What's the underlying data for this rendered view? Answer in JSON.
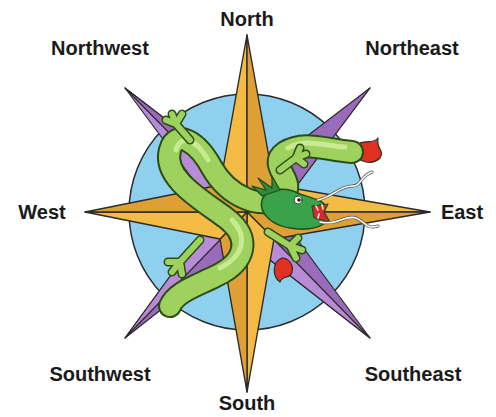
{
  "diagram": {
    "labels": [
      "North",
      "Northeast",
      "East",
      "Southeast",
      "South",
      "Southwest",
      "West",
      "Northwest"
    ]
  }
}
